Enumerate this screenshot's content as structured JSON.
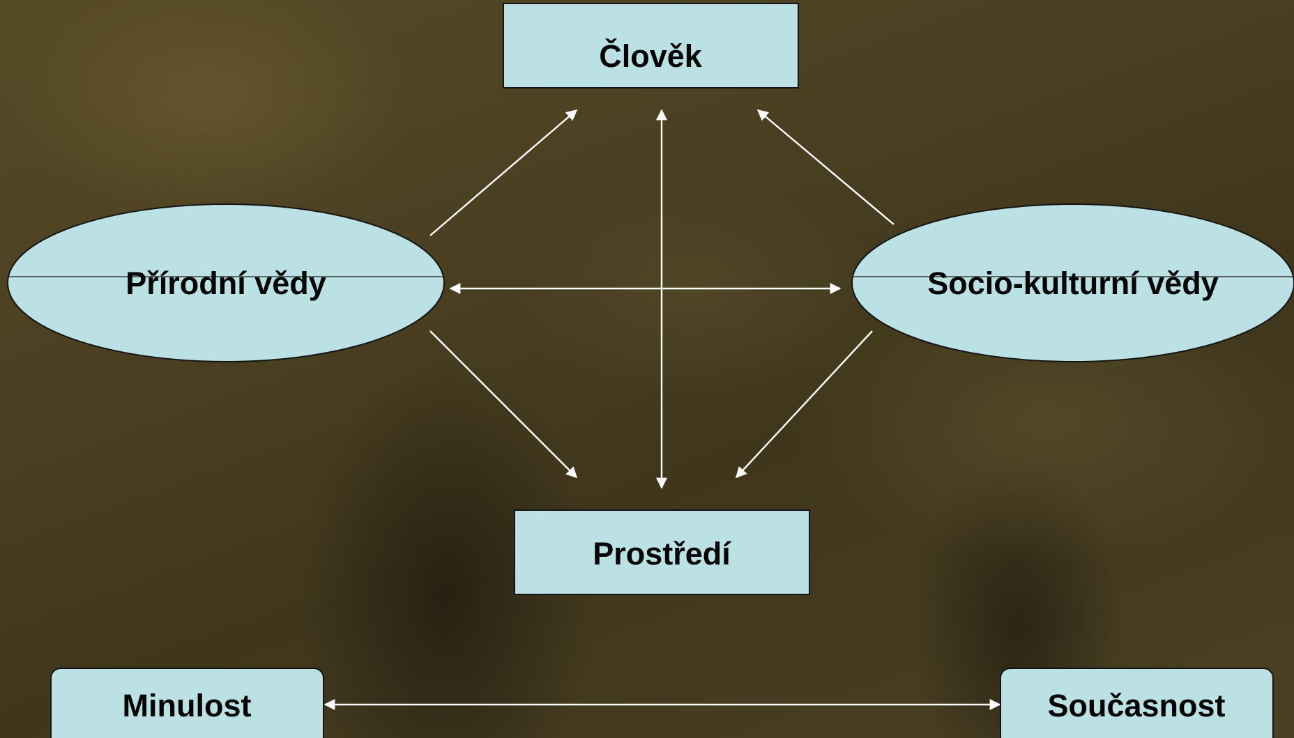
{
  "background": {
    "description_color": "#4a3f21"
  },
  "nodes": {
    "clovek": "Člověk",
    "prirodni_vedy": "Přírodní vědy",
    "socio_kulturni_vedy": "Socio-kulturní vědy",
    "prostredi": "Prostředí",
    "minulost": "Minulost",
    "soucasnost": "Současnost"
  },
  "colors": {
    "node_fill": "#bce1e5",
    "arrow": "#ffffff",
    "text": "#050505"
  },
  "edges": [
    {
      "from": "prirodni_vedy",
      "to": "clovek",
      "type": "one-way"
    },
    {
      "from": "socio_kulturni_vedy",
      "to": "clovek",
      "type": "one-way"
    },
    {
      "from": "prirodni_vedy",
      "to": "prostredi",
      "type": "one-way"
    },
    {
      "from": "socio_kulturni_vedy",
      "to": "prostredi",
      "type": "one-way"
    },
    {
      "from": "clovek",
      "to": "prostredi",
      "type": "two-way"
    },
    {
      "from": "prirodni_vedy",
      "to": "socio_kulturni_vedy",
      "type": "two-way"
    },
    {
      "from": "minulost",
      "to": "soucasnost",
      "type": "two-way"
    }
  ]
}
